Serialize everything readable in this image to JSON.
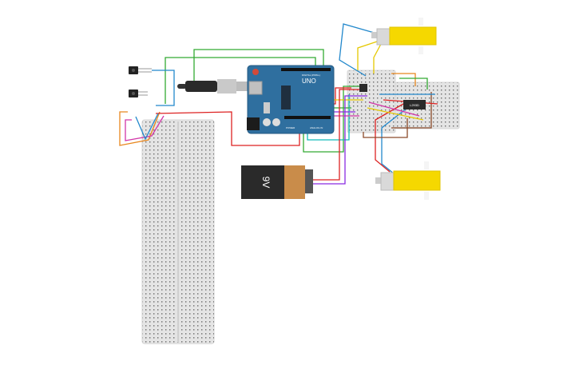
{
  "circuit": {
    "arduino": {
      "brand_label": "UNO",
      "digital_label": "DIGITAL (PWM~)",
      "analog_label": "ANALOG IN",
      "power_label": "POWER"
    },
    "battery": {
      "label": "9V"
    },
    "motor_driver": {
      "label": "L293D"
    },
    "icons": [
      "sensor-icon",
      "motor-icon",
      "battery-icon",
      "usb-cable-icon"
    ],
    "colors": {
      "arduino": "#2f6f9f",
      "motor": "#f5d800",
      "battery_body": "#2a2a2a",
      "battery_cap": "#c98c4a",
      "breadboard": "#e4e4e4",
      "wire_red": "#d22",
      "wire_green": "#3a3",
      "wire_blue": "#28c",
      "wire_orange": "#e8871e",
      "wire_yellow": "#e5c800",
      "wire_purple": "#8a2be2",
      "wire_brown": "#8b4a2a",
      "wire_magenta": "#d236a8",
      "wire_teal": "#1bb",
      "wire_gray": "#888"
    }
  }
}
